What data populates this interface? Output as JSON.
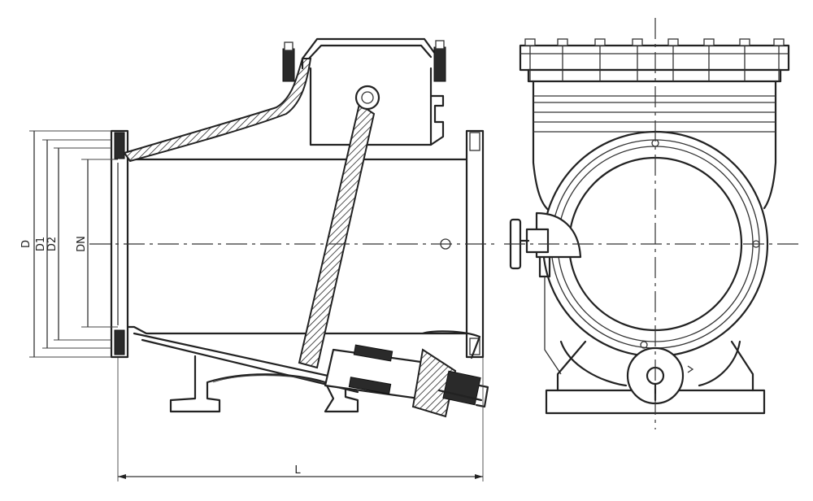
{
  "dimension_labels": {
    "d": "D",
    "d1": "D1",
    "d2": "D2",
    "dn": "DN",
    "l": "L"
  }
}
